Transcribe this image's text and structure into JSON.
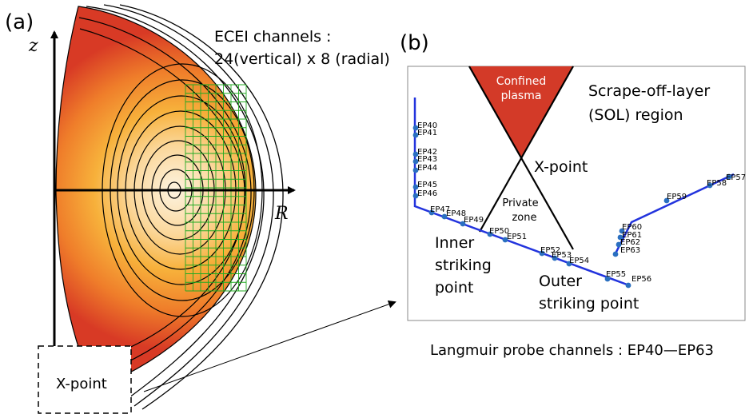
{
  "panel_a": {
    "label": "(a)",
    "axis_z": "z",
    "axis_r": "R",
    "ecei_title": "ECEI channels :",
    "ecei_detail": "24(vertical) x 8 (radial)",
    "xpoint_box_label": "X-point"
  },
  "panel_b": {
    "label": "(b)",
    "confined_line1": "Confined",
    "confined_line2": "plasma",
    "sol_line1": "Scrape-off-layer",
    "sol_line2": "(SOL) region",
    "xpoint_label": "X-point",
    "private_line1": "Private",
    "private_line2": "zone",
    "inner_line1": "Inner",
    "inner_line2": "striking",
    "inner_line3": "point",
    "outer_line1": "Outer",
    "outer_line2": "striking point",
    "caption": "Langmuir probe channels : EP40—EP63",
    "probes": [
      "EP40",
      "EP41",
      "EP42",
      "EP43",
      "EP44",
      "EP45",
      "EP46",
      "EP47",
      "EP48",
      "EP49",
      "EP50",
      "EP51",
      "EP52",
      "EP53",
      "EP54",
      "EP55",
      "EP56",
      "EP57",
      "EP58",
      "EP59",
      "EP60",
      "EP61",
      "EP62",
      "EP63"
    ]
  },
  "colors": {
    "plasma_edge": "#d83a25",
    "plasma_core": "#fdf1dc",
    "grid": "#22aa22",
    "probe_line": "#2233dd",
    "probe_dot": "#2a6fc0",
    "confined_fill": "#d33a28"
  }
}
